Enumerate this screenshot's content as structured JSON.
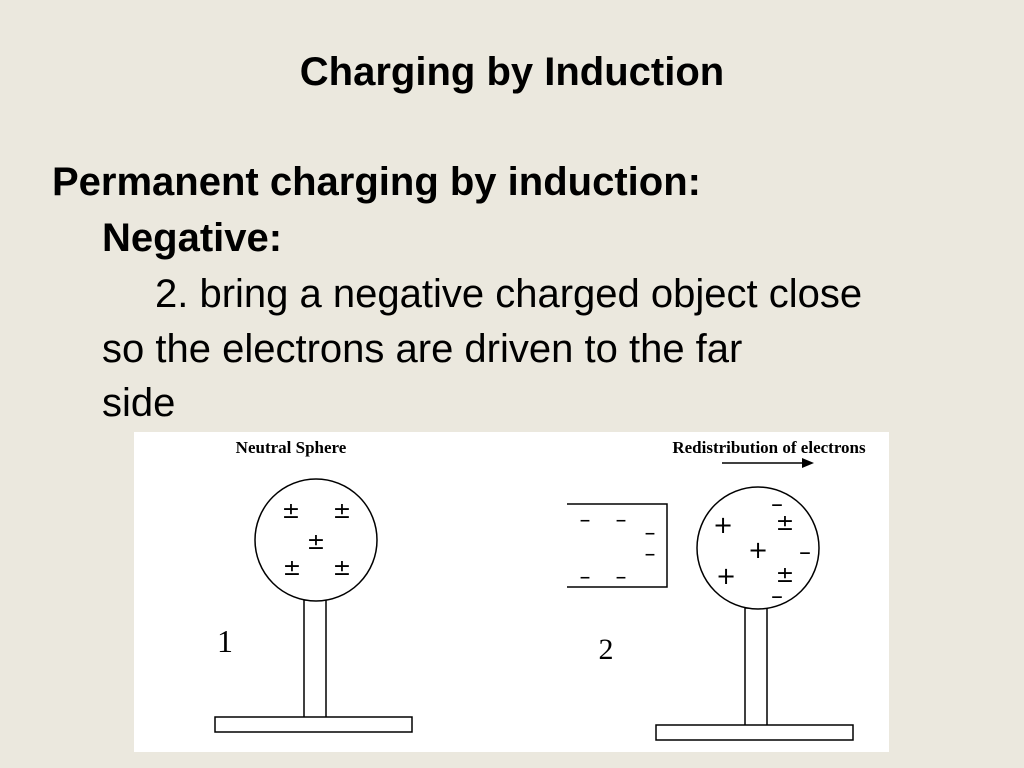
{
  "slide": {
    "title": "Charging by Induction",
    "heading": "Permanent charging by induction:",
    "subheading": "Negative:",
    "body_line1": "2. bring a negative charged object close",
    "body_line2": "so the electrons are driven to the far",
    "body_line3": "side"
  },
  "figure": {
    "left_label": "Neutral Sphere",
    "right_label": "Redistribution of electrons",
    "number1": "1",
    "number2": "2",
    "plus_minus": "±",
    "plus": "+",
    "minus": "–"
  }
}
